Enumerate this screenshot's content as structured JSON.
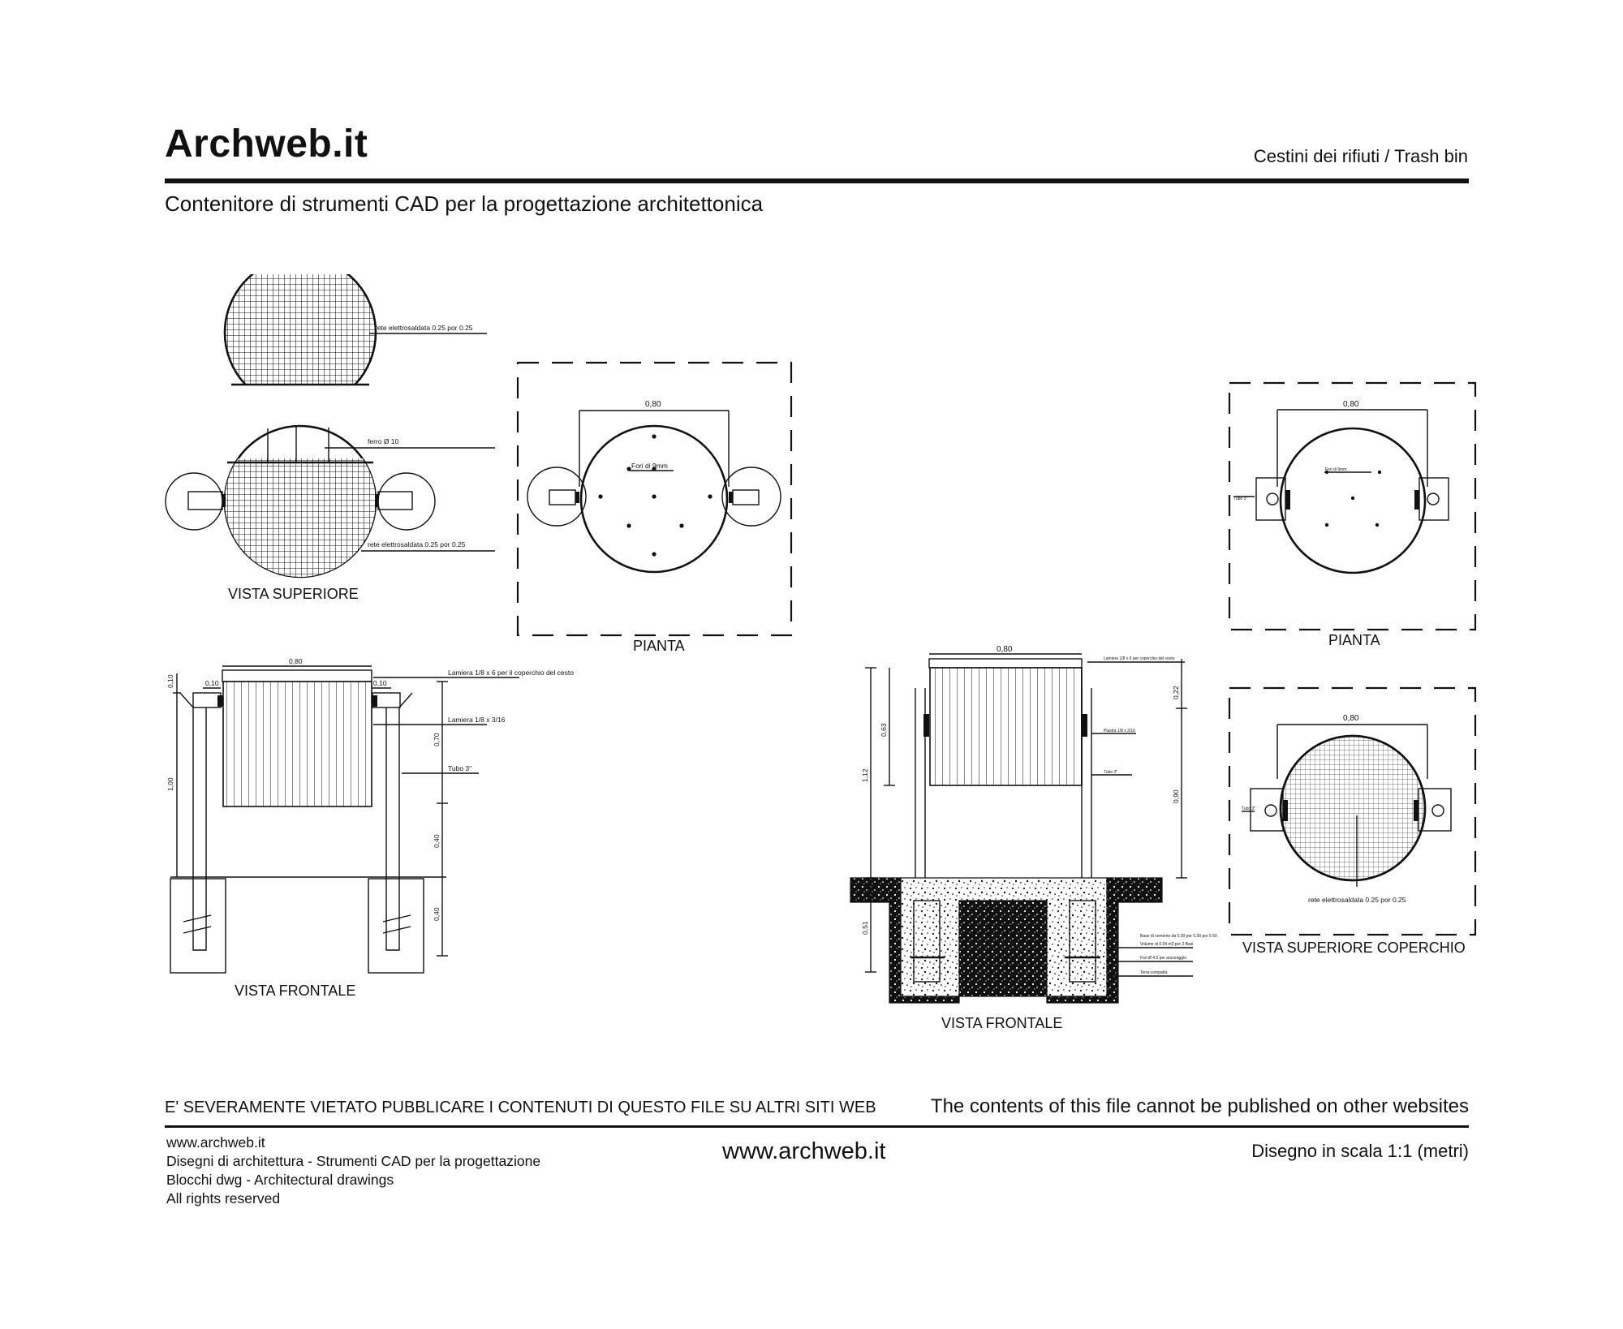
{
  "header": {
    "brand": "Archweb.it",
    "topic": "Cestini dei rifiuti  /  Trash bin",
    "subtitle": "Contenitore di strumenti CAD per la progettazione architettonica"
  },
  "drawing": {
    "views": {
      "top_view_label": "VISTA SUPERIORE",
      "plan_label_1": "PIANTA",
      "plan_label_2": "PIANTA",
      "front_view_label_1": "VISTA FRONTALE",
      "front_view_label_2": "VISTA FRONTALE",
      "lid_top_view_label": "VISTA SUPERIORE COPERCHIO"
    },
    "notes": {
      "mesh_1": "rete elettrosaldata 0.25 por 0.25",
      "iron_rod": "ferro Ø 10",
      "mesh_2": "rete elettrosaldata 0.25 por 0.25",
      "holes": "Fori di 9mm",
      "holes_small": "Fori di 9mm",
      "tube_small": "Tubo 3\"",
      "sheet_lid": "Lamiera 1/8 x 6 per il coperchio del cesto",
      "sheet_body": "Lamiera 1/8 x 3/16",
      "tube": "Tubo 3\"",
      "sheet_lid_small": "Lamiera 1/8 x 6 per coperchio del cesto",
      "plate_small": "Piastra 1/8 x 3/16",
      "tube_small_2": "Tubo 3\"",
      "tube_lid": "Tubo 3\"",
      "base_1": "Base di cemento da 0.30 por 0.30 por 0.50",
      "base_2": "Volume di 0.04 m3 por 2 Basi",
      "base_3": "Fori Ø 4.5 per ancoraggio",
      "base_4": "Terra compatta",
      "mesh_lid": "rete elettrosaldata 0.25 por 0.25"
    },
    "dimensions": {
      "plan_width_1": "0,80",
      "plan_width_2": "0,80",
      "lid_width": "0,80",
      "front1_width": "0,80",
      "front1_left_offset": "0,10",
      "front1_right_offset": "0,10",
      "front1_top_offset": "0,10",
      "front1_total_height": "1,00",
      "front1_body_height": "0,70",
      "front1_leg_height": "0,40",
      "front1_footing_depth": "0,40",
      "front2_width": "0,80",
      "front2_total_height": "1,12",
      "front2_body_height": "0,63",
      "front2_footing_depth": "0,51",
      "front2_top_offset": "0,22",
      "front2_height_right": "0,90"
    }
  },
  "footer": {
    "warning_it": "E' SEVERAMENTE VIETATO PUBBLICARE I CONTENUTI DI QUESTO FILE SU ALTRI SITI WEB",
    "warning_en": "The contents of this file cannot be published on other websites",
    "site": "www.archweb.it",
    "line2": "Disegni di architettura - Strumenti CAD  per la progettazione",
    "line3": "Blocchi dwg - Architectural drawings",
    "line4": "All rights reserved",
    "center_site": "www.archweb.it",
    "scale": "Disegno in scala 1:1 (metri)"
  }
}
